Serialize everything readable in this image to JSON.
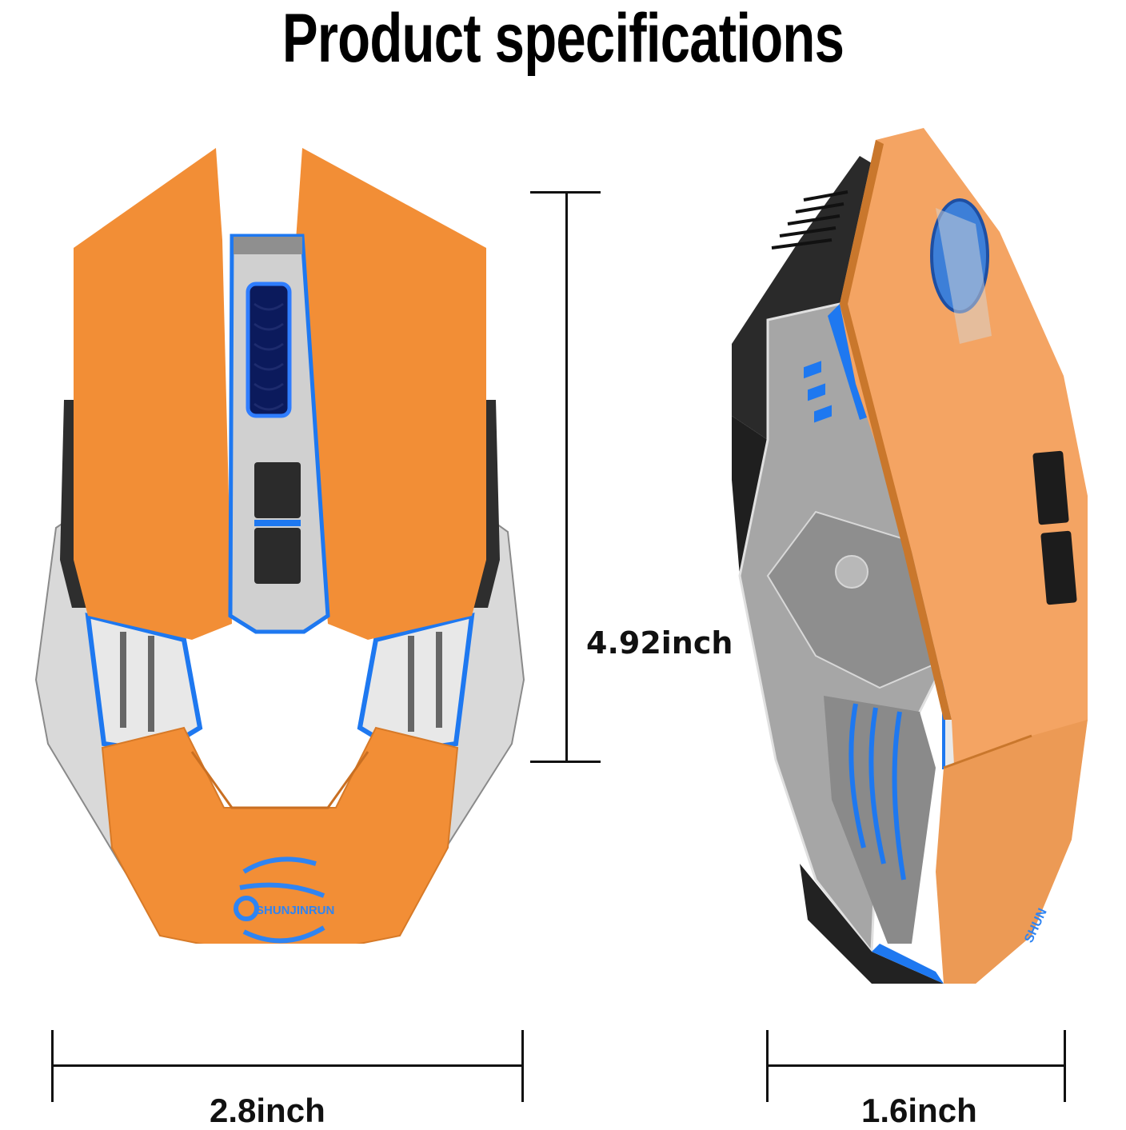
{
  "title": "Product specifications",
  "dimensions": {
    "length": {
      "value": 4.92,
      "unit": "inch",
      "label": "4.92inch"
    },
    "width": {
      "value": 2.8,
      "unit": "inch",
      "label": "2.8inch"
    },
    "height": {
      "value": 1.6,
      "unit": "inch",
      "label": "1.6inch"
    }
  },
  "product": {
    "brand_logo_text": "SHUNJINRUN",
    "views": [
      "top-view",
      "side-view"
    ]
  },
  "colors": {
    "shell_orange": "#F28E36",
    "shell_orange_side": "#F4A463",
    "accent_blue": "#1E78F0",
    "silver": "#C8C8C8",
    "dark_grey": "#2E2E2E",
    "line_black": "#111111"
  }
}
